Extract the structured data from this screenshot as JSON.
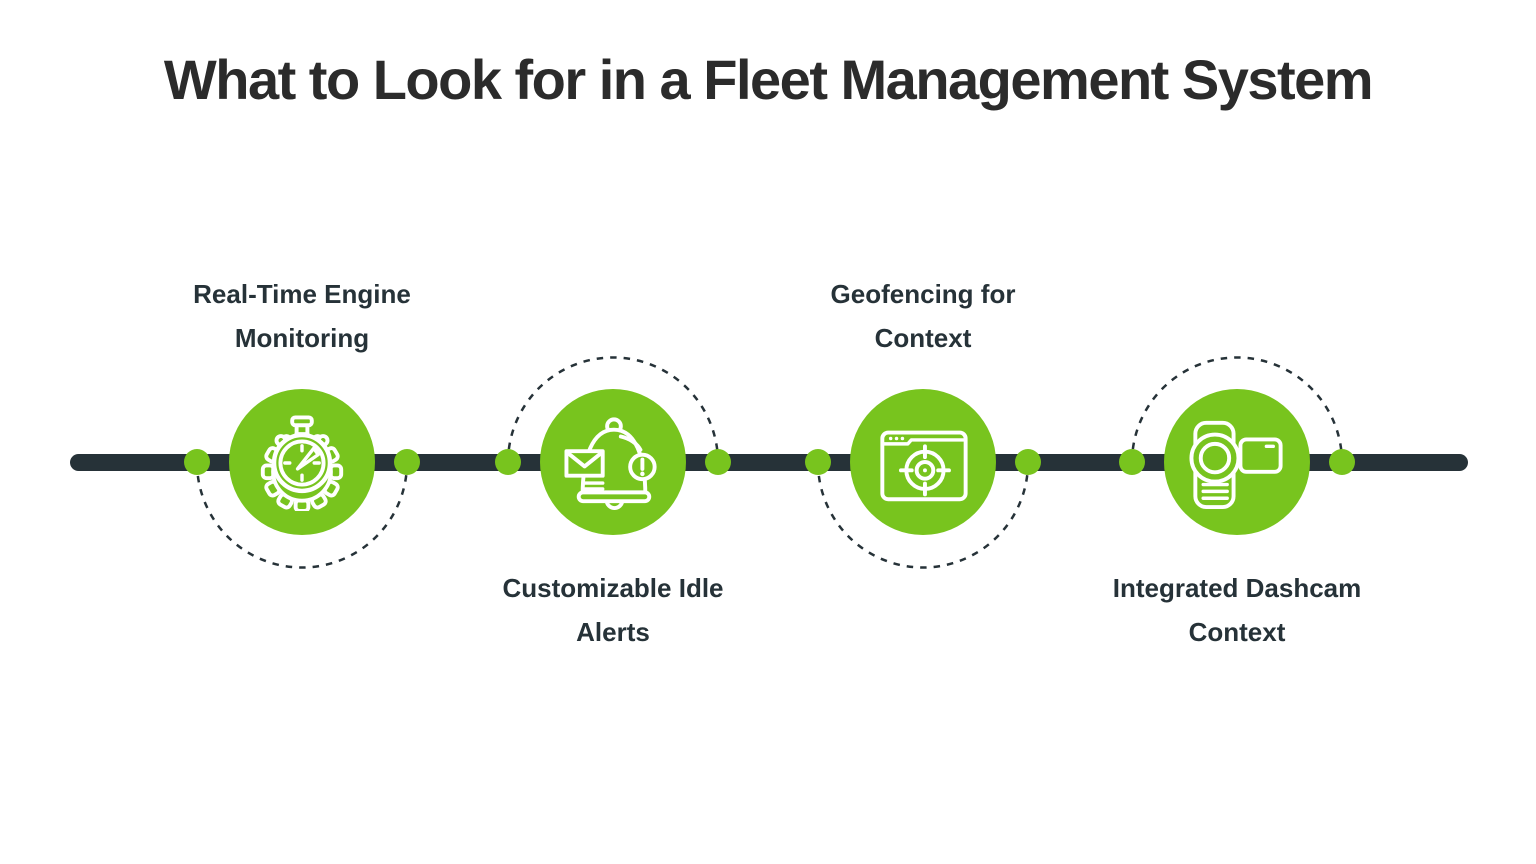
{
  "title": "What to Look for in a Fleet Management System",
  "colors": {
    "accent_green": "#78C41E",
    "dark_slate": "#263238",
    "title_text": "#2B2B2B",
    "icon_stroke": "#FFFFFF",
    "background": "#FFFFFF"
  },
  "timeline": {
    "items": [
      {
        "icon": "stopwatch-gear-icon",
        "label": "Real-Time Engine Monitoring",
        "label_lines": [
          "Real-Time Engine",
          "Monitoring"
        ],
        "label_position": "above"
      },
      {
        "icon": "bell-envelope-alert-icon",
        "label": "Customizable Idle Alerts",
        "label_lines": [
          "Customizable Idle",
          "Alerts"
        ],
        "label_position": "below"
      },
      {
        "icon": "browser-geofence-target-icon",
        "label": "Geofencing for Context",
        "label_lines": [
          "Geofencing for",
          "Context"
        ],
        "label_position": "above"
      },
      {
        "icon": "dashcam-camcorder-icon",
        "label": "Integrated Dashcam Context",
        "label_lines": [
          "Integrated Dashcam",
          "Context"
        ],
        "label_position": "below"
      }
    ]
  }
}
